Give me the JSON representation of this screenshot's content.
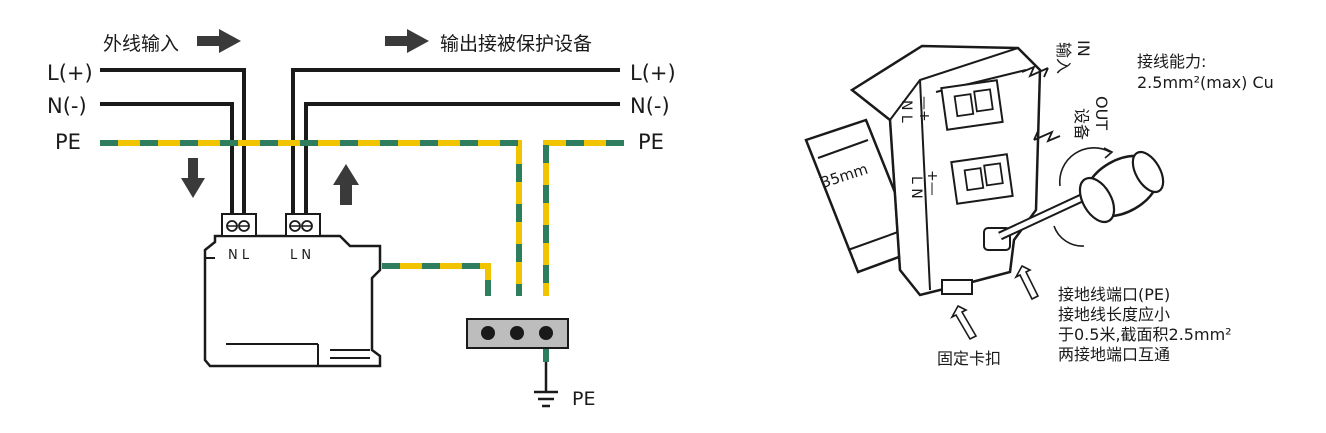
{
  "left_diagram": {
    "input_label": "外线输入",
    "output_label": "输出接被保护设备",
    "left_l": "L(+)",
    "left_n": "N(-)",
    "left_pe": "PE",
    "right_l": "L(+)",
    "right_n": "N(-)",
    "right_pe": "PE",
    "terminal_in": "N L",
    "terminal_out": "L N",
    "ground_label": "PE"
  },
  "right_diagram": {
    "rail_label": "35mm",
    "in_en": "IN",
    "in_cn": "输入",
    "out_en": "OUT",
    "out_cn": "设备",
    "in_pol": "—+",
    "in_nl": "N L",
    "out_pol": "+—",
    "out_ln": "L N",
    "capacity_title": "接线能力:",
    "capacity_value": "2.5mm²(max) Cu",
    "clip_label": "固定卡扣",
    "pe_note": [
      "接地线端口(PE)",
      "接地线长度应小",
      "于0.5米,截面积2.5mm²",
      "两接地端口互通"
    ]
  },
  "colors": {
    "wire": "#1a1a1a",
    "pe_yellow": "#f2c400",
    "pe_green": "#2e7d5e",
    "terminal_block": "#bdbdbd"
  }
}
